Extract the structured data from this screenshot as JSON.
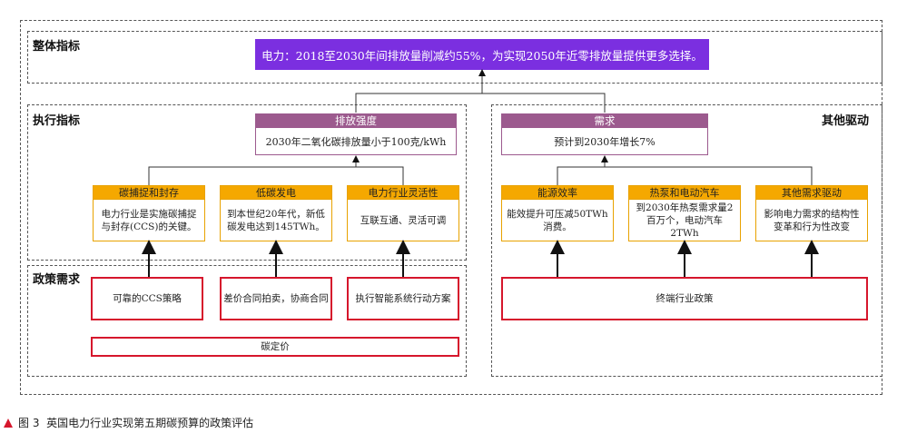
{
  "sections": {
    "overall": "整体指标",
    "execution": "执行指标",
    "other": "其他驱动",
    "policy": "政策需求"
  },
  "top_goal": "电力：2018至2030年间排放量削减约55%，为实现2050年近零排放量提供更多选择。",
  "emission": {
    "header": "排放强度",
    "body": "2030年二氧化碳排放量小于100克/kWh"
  },
  "demand": {
    "header": "需求",
    "body": "预计到2030年增长7%"
  },
  "exec_boxes": [
    {
      "header": "碳捕捉和封存",
      "body": "电力行业是实施碳捕捉与封存(CCS)的关键。"
    },
    {
      "header": "低碳发电",
      "body": "到本世纪20年代，新低碳发电达到145TWh。"
    },
    {
      "header": "电力行业灵活性",
      "body": "互联互通、灵活可调"
    }
  ],
  "driver_boxes": [
    {
      "header": "能源效率",
      "body": "能效提升可压减50TWh消费。"
    },
    {
      "header": "热泵和电动汽车",
      "body": "到2030年热泵需求量2百万个，电动汽车2TWh"
    },
    {
      "header": "其他需求驱动",
      "body": "影响电力需求的结构性变革和行为性改变"
    }
  ],
  "policy_boxes": [
    "可靠的CCS策略",
    "差价合同拍卖，协商合同",
    "执行智能系统行动方案"
  ],
  "carbon_price": "碳定价",
  "end_use_policy": "终端行业政策",
  "caption": {
    "figure_no": "图 3",
    "title": "英国电力行业实现第五期碳预算的政策评估"
  },
  "colors": {
    "goal": "#7B2FE0",
    "header_pink": "#9C5A8E",
    "header_orange": "#F5A800",
    "policy_border": "#D6162C"
  }
}
